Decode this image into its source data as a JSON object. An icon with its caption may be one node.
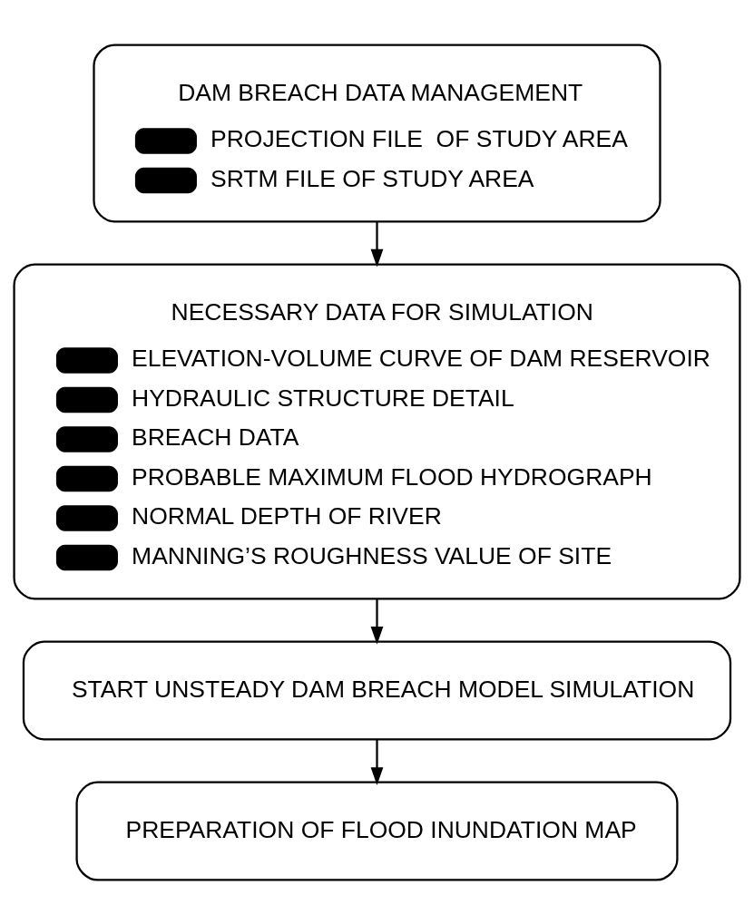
{
  "diagram": {
    "nodes": [
      {
        "text": [
          "DAM BREACH DATA MANAGEMENT",
          "PROJECTION FILE  OF STUDY AREA",
          "SRTM FILE OF STUDY AREA"
        ]
      },
      {
        "text": [
          "NECESSARY DATA FOR SIMULATION",
          "ELEVATION-VOLUME CURVE OF DAM RESERVOIR",
          "HYDRAULIC STRUCTURE DETAIL",
          "BREACH DATA",
          "PROBABLE MAXIMUM FLOOD HYDROGRAPH",
          "NORMAL DEPTH OF RIVER",
          "MANNING’S ROUGHNESS VALUE OF SITE"
        ]
      },
      {
        "text": [
          "START UNSTEADY DAM BREACH MODEL SIMULATION"
        ]
      },
      {
        "text": [
          "PREPARATION OF FLOOD INUNDATION MAP"
        ]
      }
    ],
    "edges": [
      {
        "from": 0,
        "to": 1,
        "arrow": "to"
      },
      {
        "from": 1,
        "to": 2,
        "arrow": "to"
      },
      {
        "from": 2,
        "to": 3,
        "arrow": "to"
      }
    ]
  }
}
